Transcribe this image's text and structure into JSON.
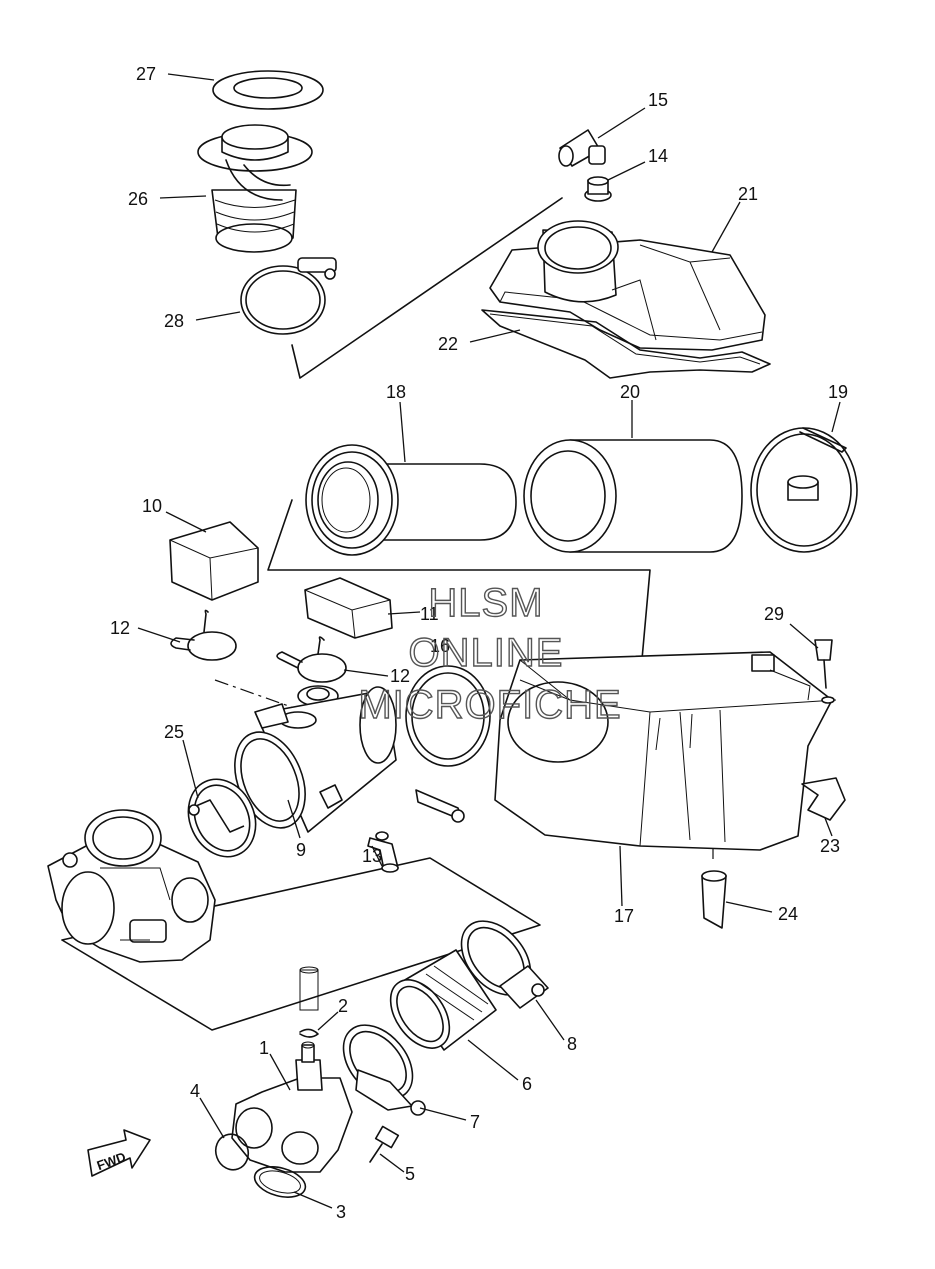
{
  "diagram": {
    "callouts": {
      "c1": "1",
      "c2": "2",
      "c3": "3",
      "c4": "4",
      "c5": "5",
      "c6": "6",
      "c7": "7",
      "c8": "8",
      "c9": "9",
      "c10": "10",
      "c11": "11",
      "c12a": "12",
      "c12b": "12",
      "c13": "13",
      "c14": "14",
      "c15": "15",
      "c16": "16",
      "c17": "17",
      "c18": "18",
      "c19": "19",
      "c20": "20",
      "c21": "21",
      "c22": "22",
      "c23": "23",
      "c24": "24",
      "c25": "25",
      "c26": "26",
      "c27": "27",
      "c28": "28",
      "c29": "29"
    },
    "watermark": {
      "line1": "HLSM",
      "line2": "ONLINE",
      "line3": "MICROFICHE"
    },
    "fwd_label": "FWD"
  }
}
